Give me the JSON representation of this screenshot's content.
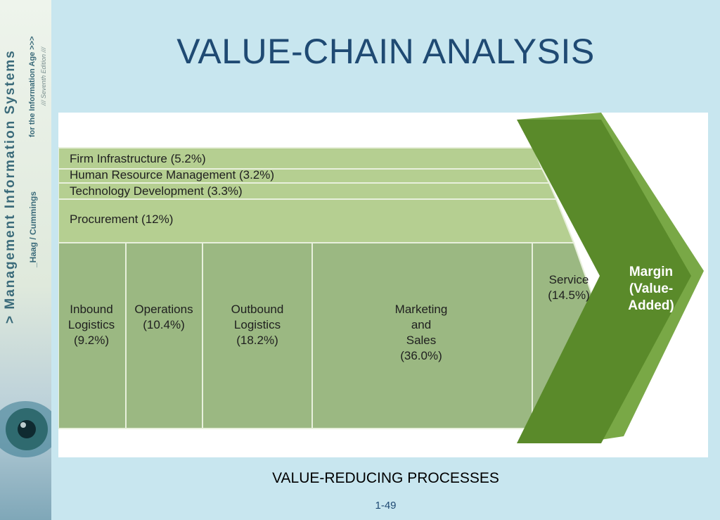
{
  "sidebar": {
    "book_title": "> Management Information Systems",
    "book_subtitle": "for the Information Age >>>",
    "authors": "_Haag / Cummings",
    "edition": "/// Seventh Edition ///"
  },
  "slide": {
    "title": "VALUE-CHAIN ANALYSIS",
    "subtitle": "VALUE-REDUCING PROCESSES",
    "page_number": "1-49"
  },
  "colors": {
    "background": "#c8e6ef",
    "title": "#1f4a73",
    "support_band": "#b5cf91",
    "primary_band": "#9bb882",
    "margin_arrow": "#5a8a2a",
    "margin_arrow_edge": "#79a846"
  },
  "diagram": {
    "support_activities": [
      {
        "label": "Firm Infrastructure (5.2%)"
      },
      {
        "label": "Human Resource Management (3.2%)"
      },
      {
        "label": "Technology Development (3.3%)"
      },
      {
        "label": "Procurement (12%)"
      }
    ],
    "primary_activities": [
      {
        "lines": [
          "Inbound",
          "Logistics",
          "(9.2%)"
        ]
      },
      {
        "lines": [
          "Operations",
          "(10.4%)"
        ]
      },
      {
        "lines": [
          "Outbound",
          "Logistics",
          "(18.2%)"
        ]
      },
      {
        "lines": [
          "Marketing",
          "and",
          "Sales",
          "(36.0%)"
        ]
      },
      {
        "lines": [
          "Service",
          "(14.5%)"
        ]
      }
    ],
    "margin": {
      "lines": [
        "Margin",
        "(Value-",
        "Added)"
      ]
    }
  }
}
